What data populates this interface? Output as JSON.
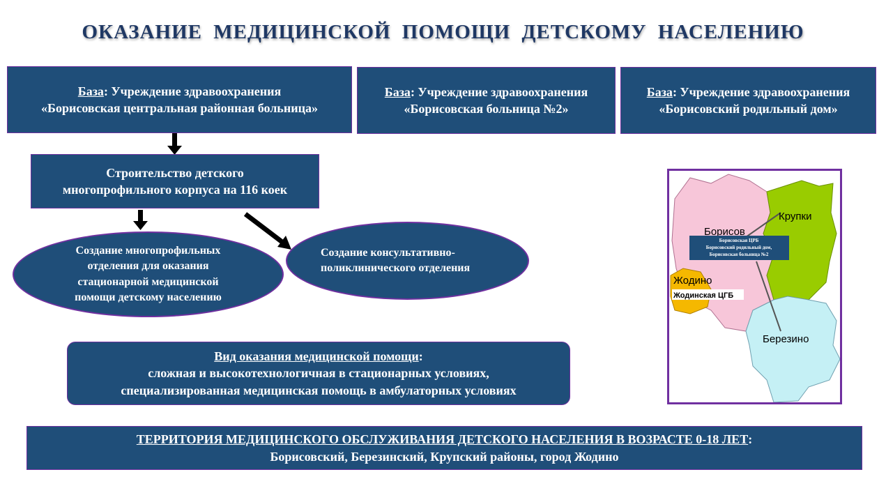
{
  "title": "ОКАЗАНИЕ  МЕДИЦИНСКОЙ  ПОМОЩИ  ДЕТСКОМУ  НАСЕЛЕНИЮ",
  "bases": [
    {
      "prefix": "База",
      "label": ": Учреждение здравоохранения",
      "name": "«Борисовская центральная районная больница»"
    },
    {
      "prefix": "База",
      "label": ": Учреждение здравоохранения",
      "name": "«Борисовская больница №2»"
    },
    {
      "prefix": "База",
      "label": ": Учреждение здравоохранения",
      "name": "«Борисовский родильный дом»"
    }
  ],
  "construction": {
    "line1": "Строительство детского",
    "line2": "многопрофильного корпуса на 116 коек"
  },
  "ellipse_left": {
    "line1": "Создание многопрофильных",
    "line2": "отделения для оказания",
    "line3": "стационарной медицинской",
    "line4": "помощи детскому населению"
  },
  "ellipse_right": {
    "line1": "Создание консультативно-",
    "line2": "поликлинического отделения"
  },
  "care_type": {
    "heading": "Вид оказания медицинской помощи",
    "colon": ":",
    "line1": "сложная и высокотехнологичная в стационарных условиях,",
    "line2": "специализированная медицинская помощь в амбулаторных условиях"
  },
  "territory": {
    "heading": "ТЕРРИТОРИЯ МЕДИЦИНСКОГО ОБСЛУЖИВАНИЯ  ДЕТСКОГО  НАСЕЛЕНИЯ  В  ВОЗРАСТЕ  0-18  ЛЕТ",
    "colon": ":",
    "line": "Борисовский, Березинский, Крупский районы, город Жодино"
  },
  "map": {
    "regions": {
      "borisov": "Борисов",
      "krupki": "Крупки",
      "zhodino": "Жодино",
      "berezino": "Березино"
    },
    "callout": {
      "line1": "Борисовская ЦРБ",
      "line2": "Борисовский родильный дом,",
      "line3": "Борисовская больница №2"
    },
    "zhodino_label": "Жодинская ЦГБ",
    "colors": {
      "borisov": "#f7c6d9",
      "krupki": "#99cc00",
      "zhodino": "#f5b800",
      "berezino": "#c5f0f5"
    }
  },
  "colors": {
    "box": "#1f4e79",
    "title": "#1f3864",
    "border": "#7030a0"
  }
}
